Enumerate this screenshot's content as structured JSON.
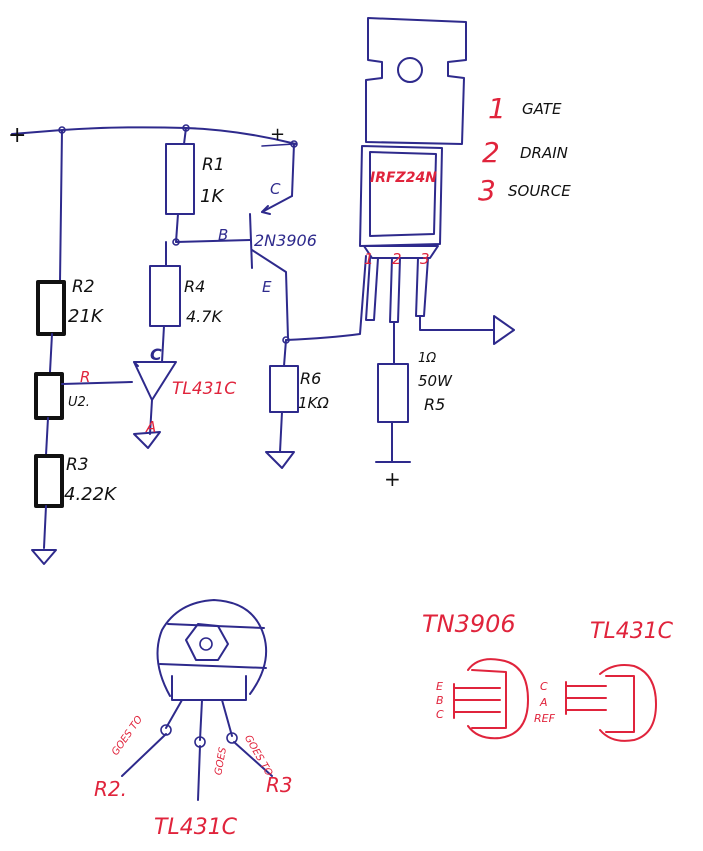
{
  "colors": {
    "ink_blue": "#2e2a8c",
    "ink_red": "#e0243c",
    "ink_dark": "#111111",
    "paper": "#ffffff"
  },
  "supply": {
    "plus_left": "+",
    "plus_right": "+",
    "plus_bottom": "+"
  },
  "components": {
    "r1": {
      "name": "R1",
      "value": "1K"
    },
    "r2": {
      "name": "R2",
      "value": "21K"
    },
    "r3": {
      "name": "R3",
      "value": "4.22K"
    },
    "r4": {
      "name": "R4",
      "value": "4.7K"
    },
    "r5": {
      "name": "R5",
      "value": "50W",
      "extra": "1Ω"
    },
    "r6": {
      "name": "R6",
      "value": "1KΩ"
    },
    "u2": {
      "name": "U2."
    },
    "q1": {
      "name": "2N3906",
      "pin_c": "C",
      "pin_b": "B",
      "pin_e": "E"
    },
    "u1": {
      "name": "TL431C",
      "pin_c": "C",
      "pin_r": "R",
      "pin_a": "A"
    },
    "mosfet": {
      "name": "IRFZ24N",
      "pin1": "1",
      "pin2": "2",
      "pin3": "3"
    }
  },
  "pin_legend": [
    {
      "num": "1",
      "label": "GATE"
    },
    {
      "num": "2",
      "label": "DRAIN"
    },
    {
      "num": "3",
      "label": "SOURCE"
    }
  ],
  "pot_detail": {
    "title": "TL431C",
    "left_lead": "R2.",
    "right_lead": "R3",
    "note_left": "GOES TO",
    "note_mid": "GOES",
    "note_right": "GOES TO"
  },
  "pinout_2n3906": {
    "title": "TN3906",
    "pins": [
      "E",
      "B",
      "C"
    ]
  },
  "pinout_tl431": {
    "title": "TL431C",
    "pins": [
      "C",
      "A",
      "REF"
    ]
  }
}
